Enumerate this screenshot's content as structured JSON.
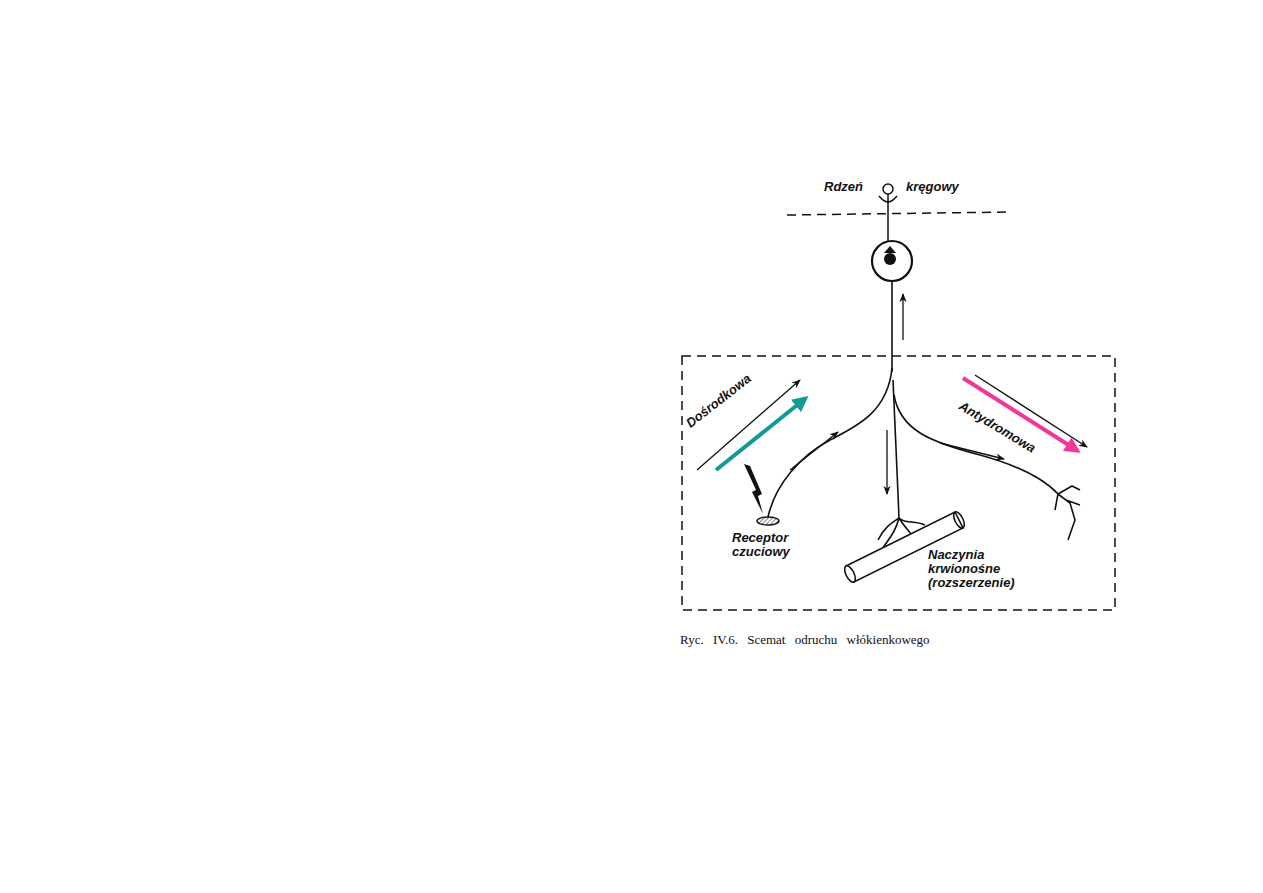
{
  "diagram": {
    "caption": "Ryc. IV.6. Scemat odruchu włókienkowego",
    "labels": [
      "Rdzeń",
      "kręgowy",
      "Dośrodkowa",
      "Antydromowa",
      "Receptor czuciowy",
      "Naczynia krwionośne (rozszerzenie)"
    ]
  }
}
